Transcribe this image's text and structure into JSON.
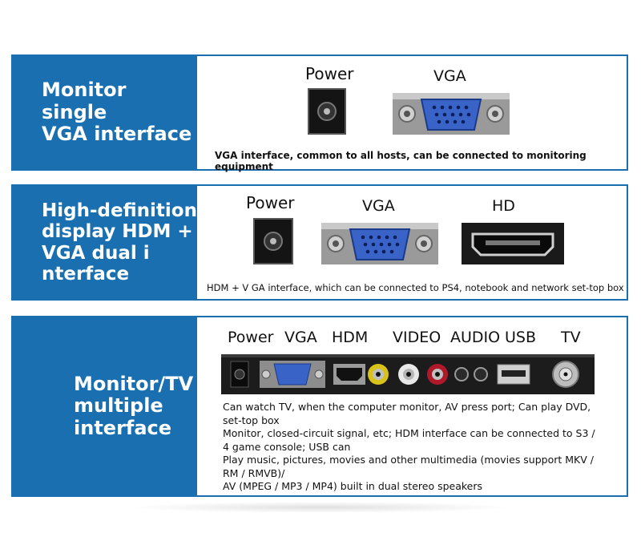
{
  "panels": [
    {
      "title": "Monitor single VGA interface",
      "title_lines": [
        "Monitor single",
        "VGA interface"
      ],
      "ports": [
        "Power",
        "VGA"
      ],
      "caption": "VGA interface, common to all hosts, can be connected to monitoring equipment"
    },
    {
      "title": "High-definition display HDM + VGA dual i nterface",
      "title_lines": [
        "High-definition",
        "display HDM +",
        "VGA dual i",
        "nterface"
      ],
      "ports": [
        "Power",
        "VGA",
        "HD"
      ],
      "caption": "HDM +  V GA interface, which can be connected to PS4, notebook and network set-top box"
    },
    {
      "title": "Monitor/TV multiple interface",
      "title_lines": [
        "Monitor/TV",
        "multiple",
        "interface"
      ],
      "ports": [
        "Power",
        "VGA",
        "HDM",
        "VIDEO",
        "AUDIO",
        "USB",
        "TV"
      ],
      "caption_lines": [
        "Can watch TV, when the computer monitor, AV press port; Can play DVD,",
        "set-top box",
        "Monitor, closed-circuit signal, etc; HDM interface can be connected to S3 /",
        "4 game console; USB can",
        "Play music, pictures, movies and other multimedia (movies support MKV /",
        "RM / RMVB)/",
        "AV (MPEG / MP3 / MP4) built in dual stereo speakers"
      ]
    }
  ],
  "colors": {
    "panel_blue": "#1a6fb0",
    "vga_blue": "#3a63c8"
  }
}
